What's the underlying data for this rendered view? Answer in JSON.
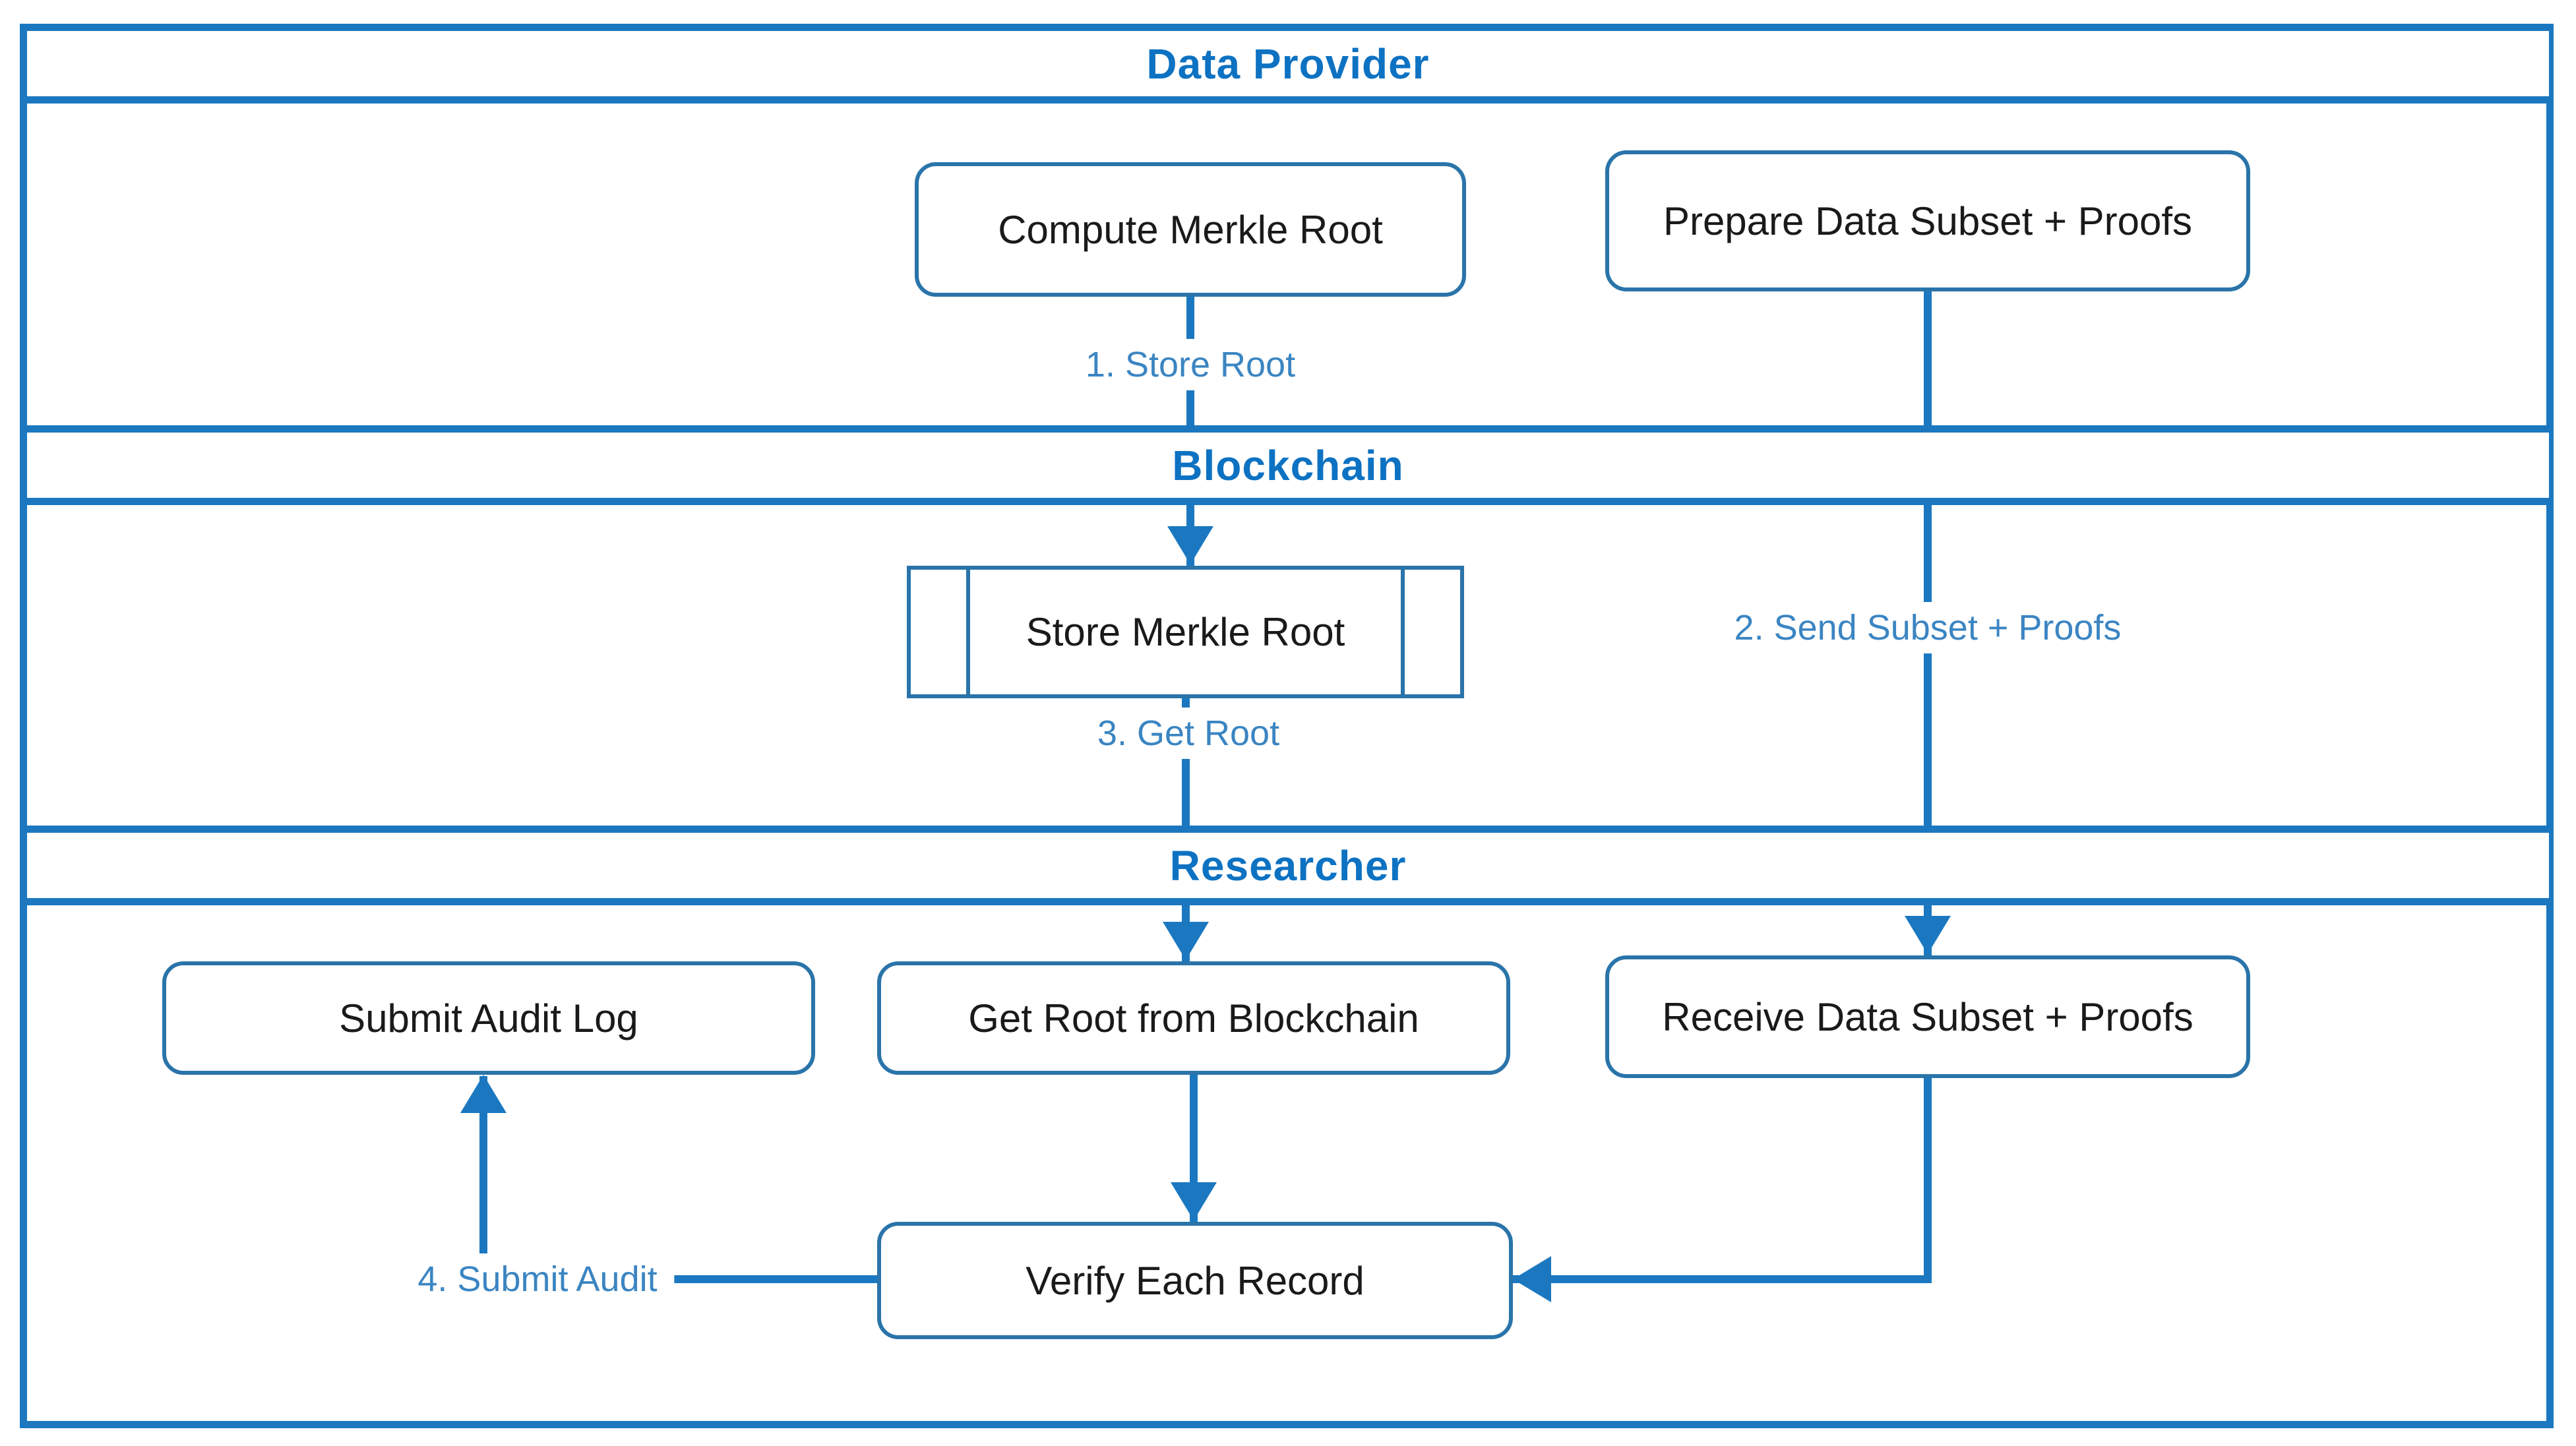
{
  "lanes": {
    "provider": {
      "title": "Data Provider"
    },
    "blockchain": {
      "title": "Blockchain"
    },
    "researcher": {
      "title": "Researcher"
    }
  },
  "nodes": {
    "compute_merkle_root": {
      "label": "Compute Merkle Root",
      "shape": "rounded-rectangle",
      "lane": "Data Provider"
    },
    "prepare_data_subset": {
      "label": "Prepare Data Subset + Proofs",
      "shape": "rounded-rectangle",
      "lane": "Data Provider"
    },
    "store_merkle_root": {
      "label": "Store Merkle Root",
      "shape": "subroutine-rectangle",
      "lane": "Blockchain"
    },
    "submit_audit_log": {
      "label": "Submit Audit Log",
      "shape": "rounded-rectangle",
      "lane": "Researcher"
    },
    "get_root_from_blockchain": {
      "label": "Get Root from Blockchain",
      "shape": "rounded-rectangle",
      "lane": "Researcher"
    },
    "receive_data_subset": {
      "label": "Receive Data Subset + Proofs",
      "shape": "rounded-rectangle",
      "lane": "Researcher"
    },
    "verify_each_record": {
      "label": "Verify Each Record",
      "shape": "rounded-rectangle",
      "lane": "Researcher"
    }
  },
  "edges": {
    "store_root": {
      "label": "1. Store Root",
      "from": "Compute Merkle Root",
      "to": "Store Merkle Root"
    },
    "send_subset": {
      "label": "2. Send Subset + Proofs",
      "from": "Prepare Data Subset + Proofs",
      "to": "Receive Data Subset + Proofs"
    },
    "get_root": {
      "label": "3. Get Root",
      "from": "Store Merkle Root",
      "to": "Get Root from Blockchain"
    },
    "submit_audit": {
      "label": "4. Submit Audit",
      "from": "Verify Each Record",
      "to": "Submit Audit Log"
    },
    "root_to_verify": {
      "label": "",
      "from": "Get Root from Blockchain",
      "to": "Verify Each Record"
    },
    "receive_to_verify": {
      "label": "",
      "from": "Receive Data Subset + Proofs",
      "to": "Verify Each Record"
    }
  },
  "colors": {
    "line_blue": "#1b78c0",
    "header_text": "#0d72c2",
    "edge_label_text": "#3b85c2",
    "node_border": "#2a74aa",
    "node_text": "#1a1a1a",
    "background": "#ffffff"
  }
}
